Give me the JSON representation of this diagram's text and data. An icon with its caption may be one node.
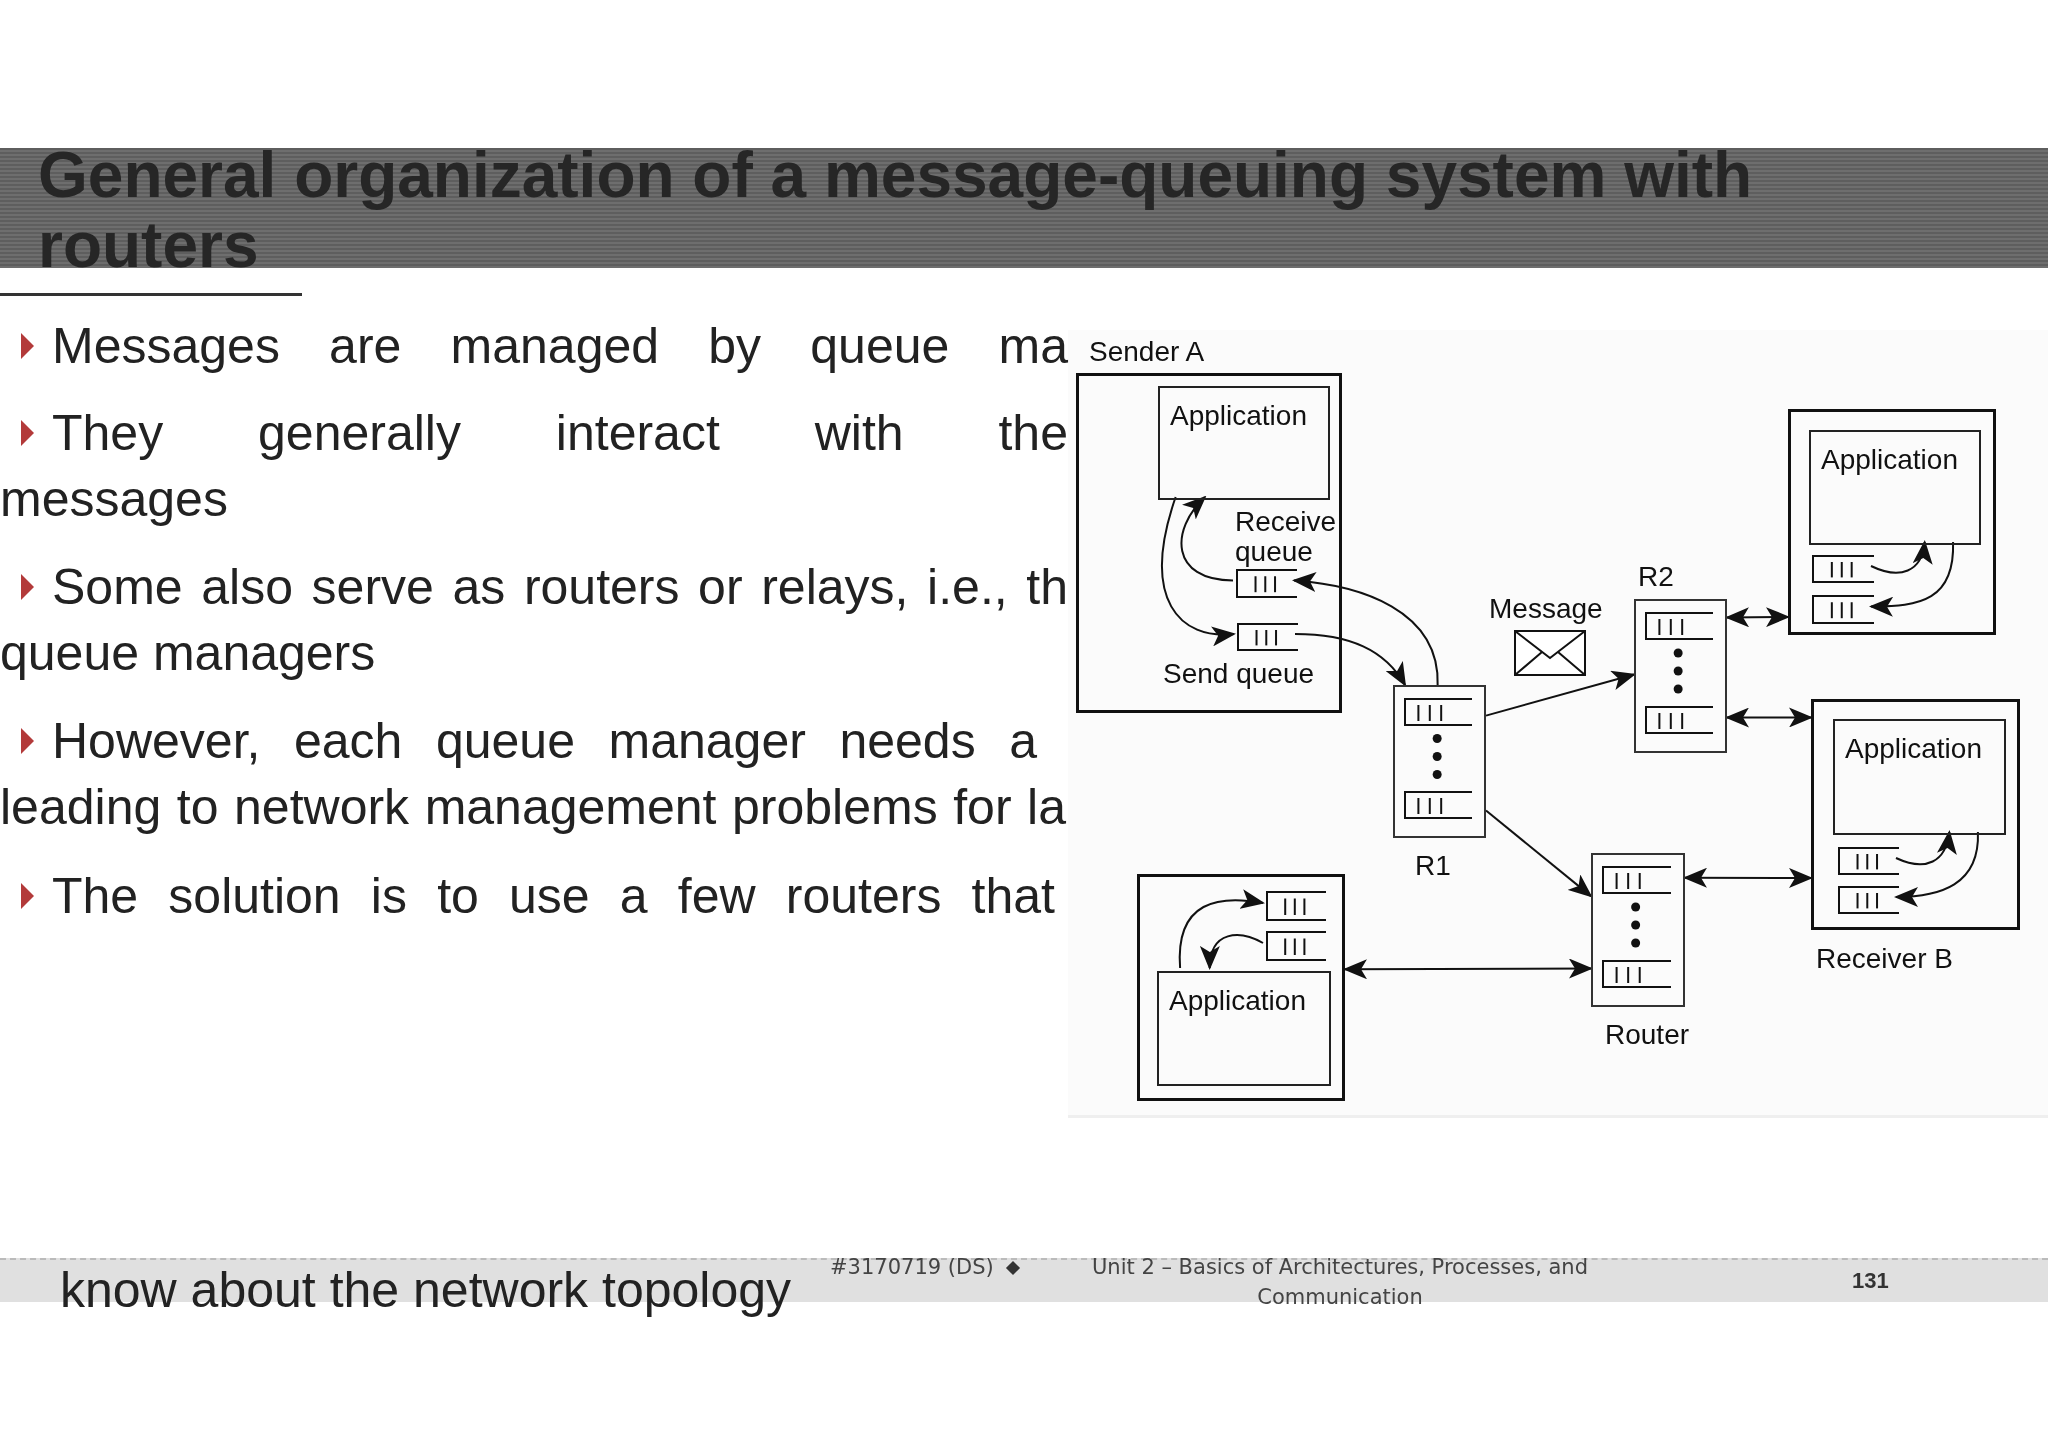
{
  "diagram": {
    "title": "General organization of a message-queuing system with routers",
    "nodes": [
      {
        "text": [
          "Sender A"
        ]
      },
      {
        "text": [
          "Application"
        ],
        "in": 0
      },
      {
        "text": [],
        "shape": "box",
        "beside": [
          "Receive queue"
        ],
        "in": 0
      },
      {
        "text": [],
        "shape": "box",
        "beside": [
          "Send queue"
        ],
        "in": 0
      },
      {
        "text": [
          "R2"
        ]
      },
      {
        "text": [],
        "shape": "box"
      },
      {
        "text": [
          "Application"
        ],
        "in": 5
      },
      {
        "text": [],
        "shape": "box",
        "in": 5
      },
      {
        "text": [],
        "shape": "box",
        "in": 5
      },
      {
        "text": [
          "R1"
        ]
      },
      {
        "text": [
          "Receiver B"
        ]
      },
      {
        "text": [
          "Application"
        ],
        "in": 10
      },
      {
        "text": [],
        "shape": "box",
        "in": 10
      },
      {
        "text": [],
        "shape": "box",
        "in": 10
      },
      {
        "text": [],
        "shape": "box"
      },
      {
        "text": [],
        "shape": "box",
        "in": 14
      },
      {
        "text": [],
        "shape": "box",
        "in": 14
      },
      {
        "text": [
          "Application"
        ],
        "in": 14
      },
      {
        "text": [
          "Router"
        ]
      }
    ],
    "edges": [
      {
        "from": 1,
        "to": 3,
        "arrow": "to"
      },
      {
        "from": 2,
        "to": 1,
        "arrow": "to"
      },
      {
        "from": 3,
        "to": 9,
        "arrow": "to"
      },
      {
        "from": 9,
        "to": 2,
        "arrow": "to"
      },
      {
        "from": 9,
        "to": 4,
        "arrow": "to"
      },
      {
        "from": 9,
        "to": 18,
        "arrow": "to"
      },
      {
        "from": 4,
        "to": 5,
        "arrow": "both"
      },
      {
        "from": 4,
        "to": 10,
        "arrow": "both"
      },
      {
        "from": 7,
        "to": 6,
        "arrow": "to"
      },
      {
        "from": 6,
        "to": 8,
        "arrow": "to"
      },
      {
        "from": 18,
        "to": 10,
        "arrow": "both"
      },
      {
        "from": 18,
        "to": 14,
        "arrow": "both"
      },
      {
        "from": 12,
        "to": 11,
        "arrow": "to"
      },
      {
        "from": 11,
        "to": 13,
        "arrow": "to"
      },
      {
        "from": 17,
        "to": 15,
        "arrow": "to"
      },
      {
        "from": 16,
        "to": 17,
        "arrow": "to"
      }
    ],
    "labels": [
      "Messages are managed by queue ma",
      "They generally interact with the",
      "messages",
      "Some also serve as routers or relays, i.e., th",
      "queue managers",
      "However, each queue manager needs a",
      "leading to network management problems for la",
      "The solution is to use a few routers that",
      "know about the network topology",
      "Message",
      "#3170719 (DS)",
      "Unit 2 – Basics of Architectures, Processes, and Communication",
      "131"
    ]
  }
}
